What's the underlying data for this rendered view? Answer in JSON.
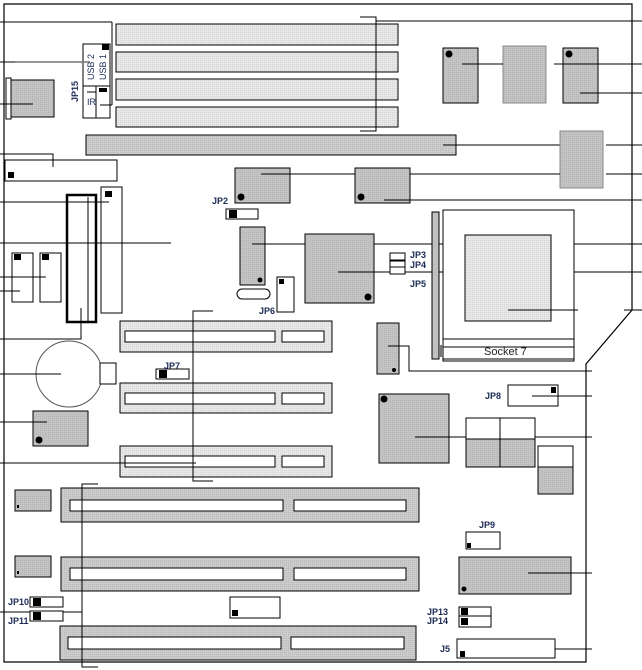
{
  "diagram": {
    "title": "Motherboard layout",
    "cpu_socket_label": "Socket 7",
    "jumpers": {
      "jp2": "JP2",
      "jp3": "JP3",
      "jp4": "JP4",
      "jp5": "JP5",
      "jp6": "JP6",
      "jp7": "JP7",
      "jp8": "JP8",
      "jp9": "JP9",
      "jp10": "JP10",
      "jp11": "JP11",
      "jp13": "JP13",
      "jp14": "JP14",
      "jp15": "JP15",
      "j5": "J5"
    },
    "connectors": {
      "usb1": "USB 1",
      "usb2": "USB 2",
      "ir": "IR"
    },
    "colors": {
      "outline": "#000000",
      "chip_fill": "#c0c0c0",
      "slot_fill": "#e4e4e4",
      "isa_fill": "#c8c8c8",
      "label_text": "#1a2a55"
    },
    "slot_counts": {
      "simm_slots": 4,
      "dimm_slots": 1,
      "pci_slots": 3,
      "isa_slots": 3
    }
  }
}
